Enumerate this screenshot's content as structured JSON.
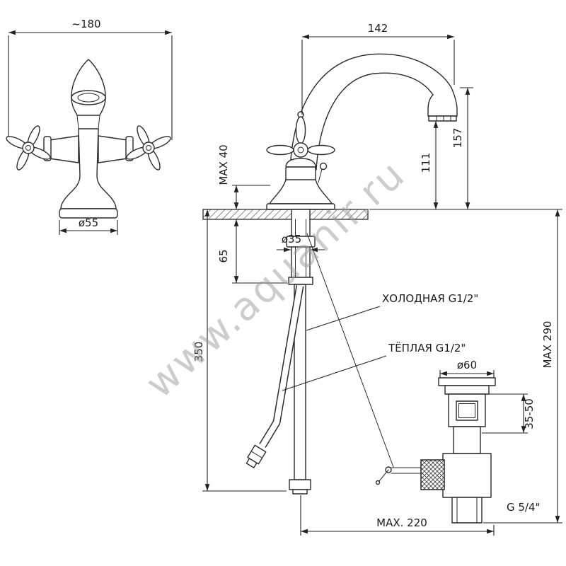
{
  "watermark": "www.aquanir.ru",
  "front_view": {
    "width_dim": "~180",
    "base_dim": "ø55"
  },
  "side_view": {
    "reach_dim": "142",
    "spout_height_dim": "157",
    "outlet_height_dim": "111",
    "deck_thickness_dim": "MAX 40",
    "under_deck_dim": "65",
    "hole_dim": "ø35",
    "hose_length_dim": "350",
    "total_height_dim": "MAX 290",
    "cold_supply_label": "ХОЛОДНАЯ G1/2\"",
    "warm_supply_label": "ТЁПЛАЯ G1/2\"",
    "rod_reach_dim": "MAX. 220",
    "drain": {
      "flange_dim": "ø60",
      "adjust_dim": "35-50",
      "thread_label": "G 5/4\""
    }
  }
}
